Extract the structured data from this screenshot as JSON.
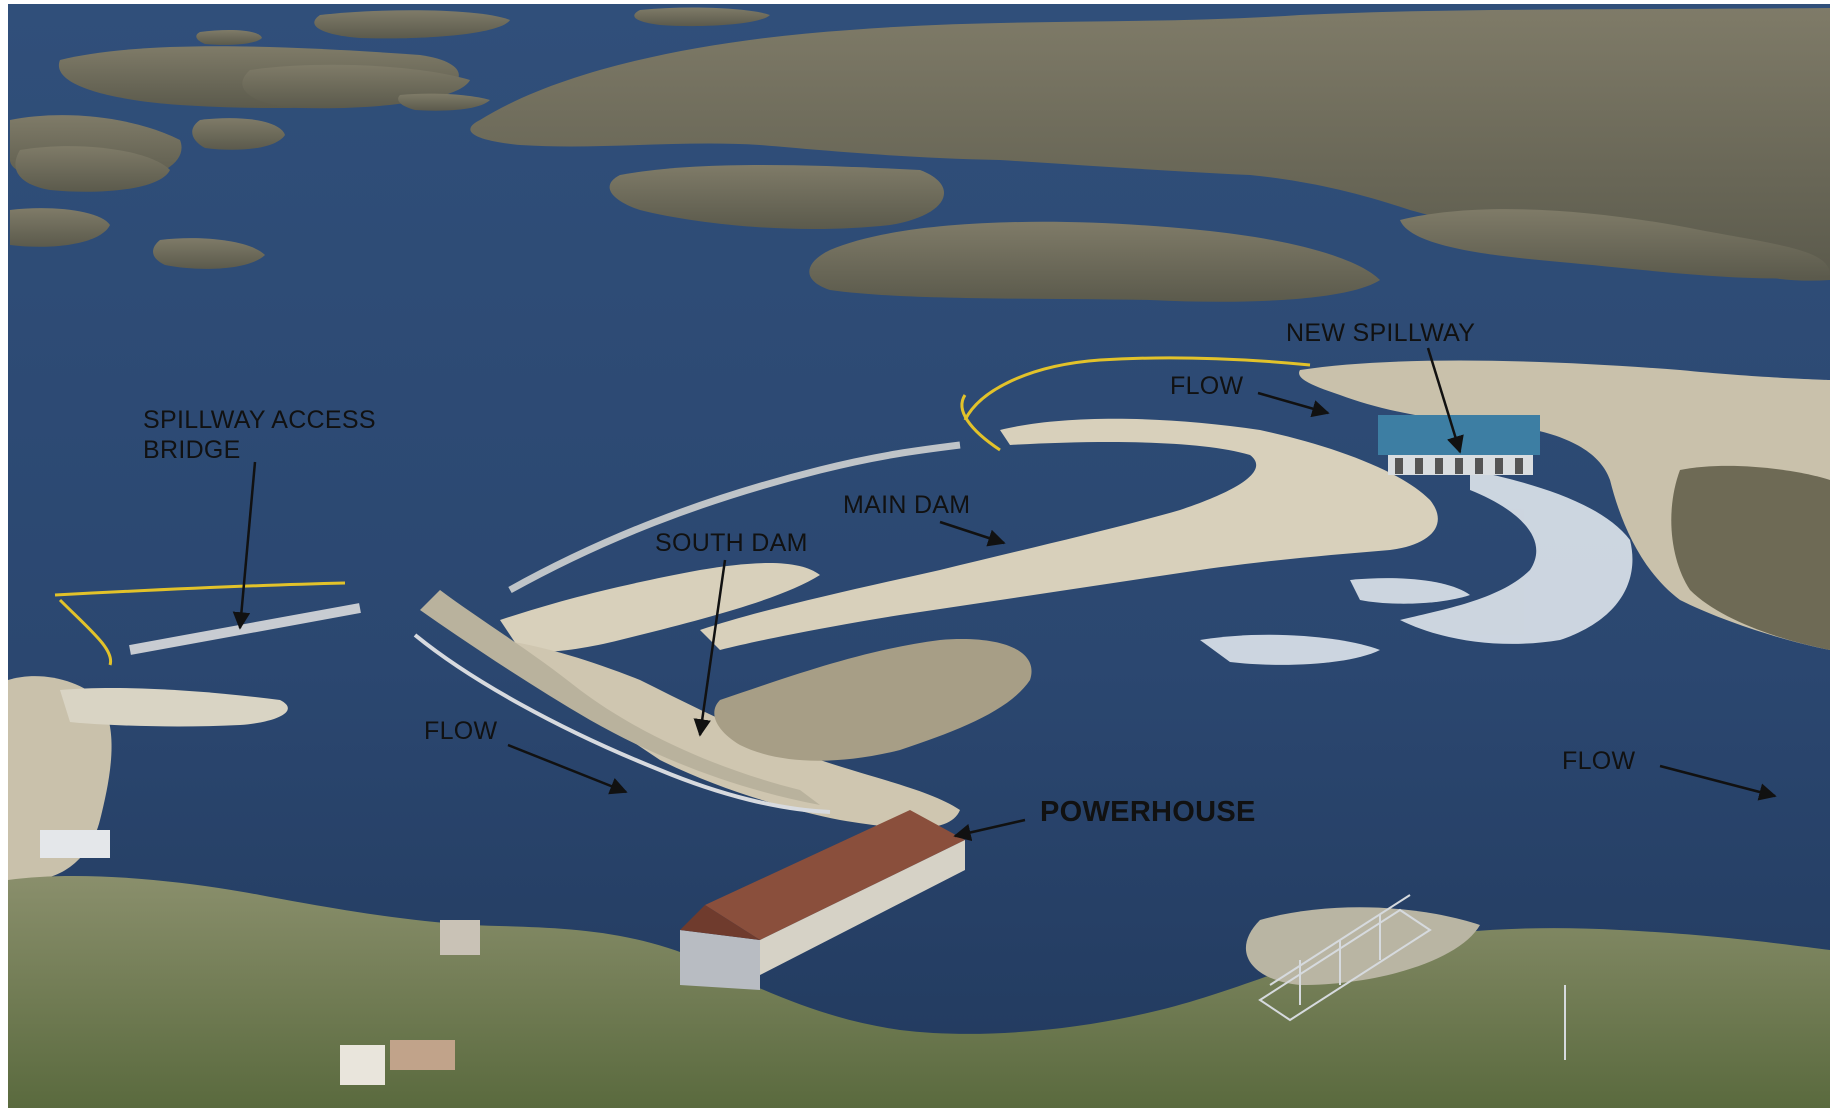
{
  "labels": {
    "spillway_access_bridge": "SPILLWAY ACCESS BRIDGE",
    "new_spillway": "NEW SPILLWAY",
    "flow_upper": "FLOW",
    "main_dam": "MAIN DAM",
    "south_dam": "SOUTH DAM",
    "flow_left": "FLOW",
    "flow_right": "FLOW",
    "powerhouse": "POWERHOUSE"
  },
  "colors": {
    "water": "#2e4b75",
    "water_dark": "#223a5e",
    "island_forest": "#6d6a58",
    "dam_fill": "#d6cdb8",
    "land_green": "#6a7a4a",
    "boom": "#e2c22a",
    "powerhouse_roof": "#8a4f3c"
  }
}
